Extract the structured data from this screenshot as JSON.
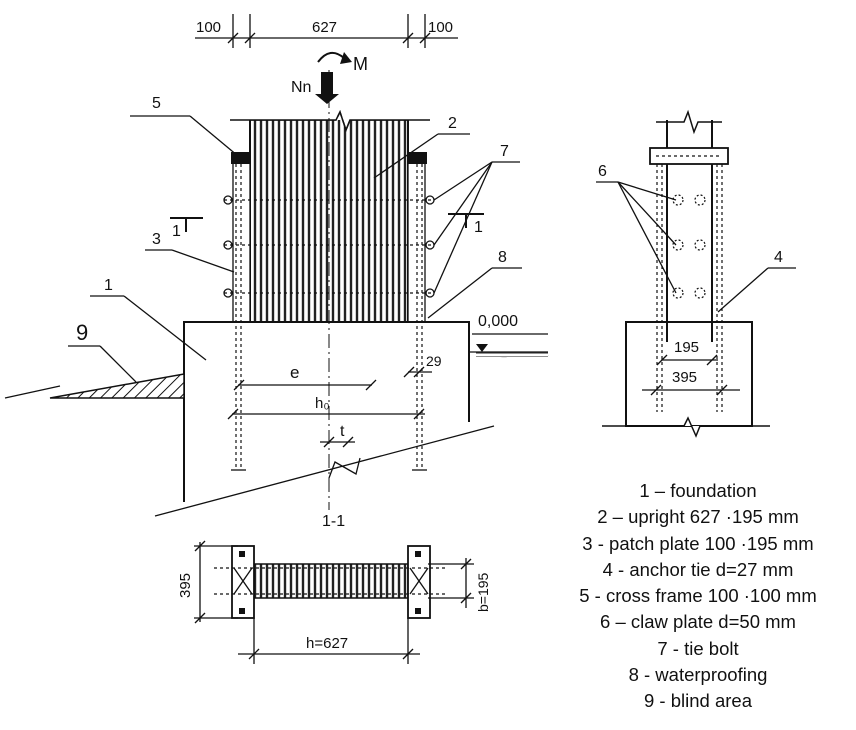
{
  "dimensions": {
    "left_margin": "100",
    "upright_width": "627",
    "right_margin": "100",
    "right_elev_inner": "195",
    "right_elev_outer": "395",
    "plan_height": "395",
    "plan_b": "b=195",
    "plan_h": "h=627",
    "offset_29": "29",
    "ground_level": "0,000"
  },
  "loads": {
    "axial": "Nn",
    "moment": "M"
  },
  "labels": {
    "e": "e",
    "h0": "h₀",
    "t": "t",
    "section_mark": "1",
    "section_title": "1-1"
  },
  "callouts": {
    "c1": "1",
    "c2": "2",
    "c3": "3",
    "c4": "4",
    "c5": "5",
    "c6": "6",
    "c7": "7",
    "c8": "8",
    "c9": "9"
  },
  "legend": [
    "1 – foundation",
    "2 – upright 627 ·195 mm",
    "3 - patch plate 100 ·195 mm",
    "4 - anchor tie d=27 mm",
    "5 - cross frame 100 ·100 mm",
    "6 – claw plate d=50 mm",
    "7 - tie bolt",
    "8 - waterproofing",
    "9 - blind area"
  ]
}
